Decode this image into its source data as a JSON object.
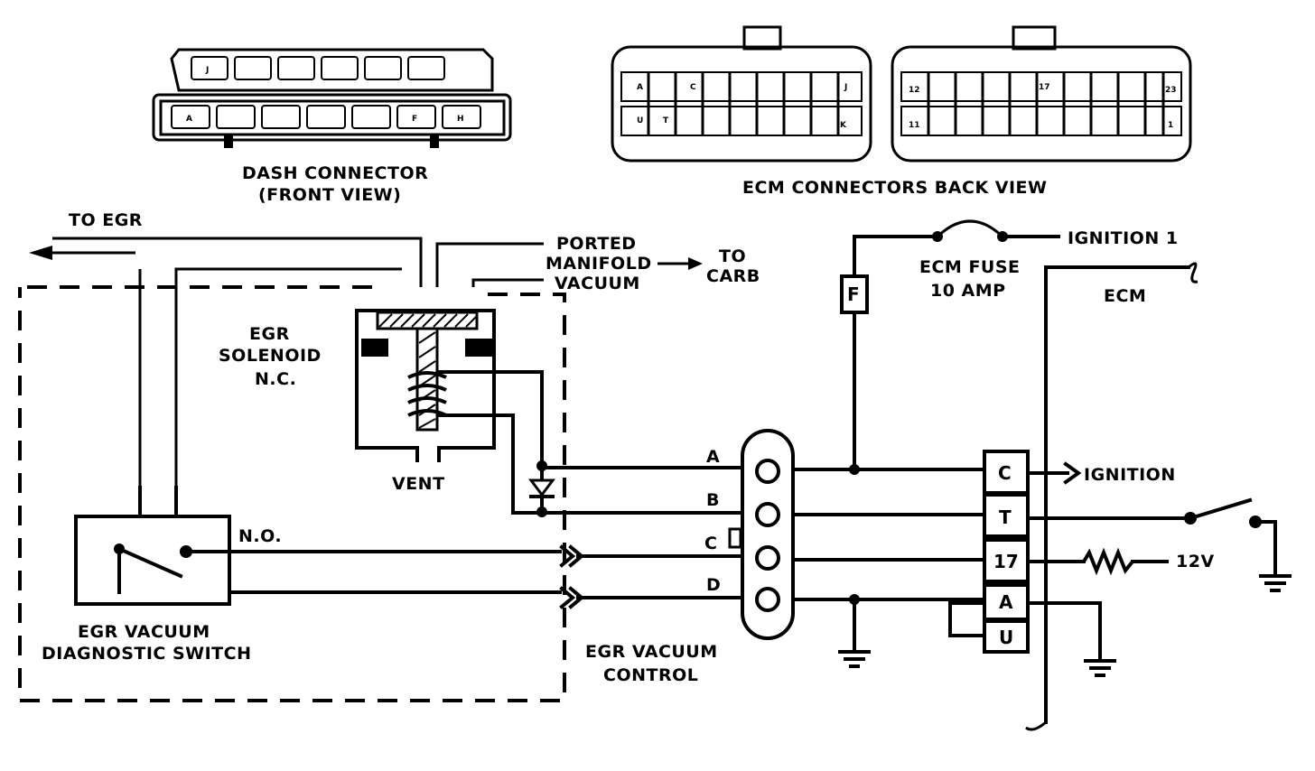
{
  "dash_connector": {
    "title": "DASH CONNECTOR",
    "subtitle": "(FRONT VIEW)",
    "top_pins": [
      "J"
    ],
    "bottom_pins": [
      "A",
      "F",
      "H"
    ]
  },
  "ecm_connectors": {
    "title": "ECM CONNECTORS BACK VIEW",
    "left": {
      "row1": [
        "A",
        "C",
        "J"
      ],
      "row2": [
        "U",
        "T",
        "K"
      ]
    },
    "right": {
      "row1": [
        "12",
        "17",
        "23"
      ],
      "row2": [
        "11",
        "1"
      ]
    }
  },
  "labels": {
    "to_egr": "TO EGR",
    "ported_line1": "PORTED",
    "ported_line2": "MANIFOLD",
    "ported_line3": "VACUUM",
    "to_carb_line1": "TO",
    "to_carb_line2": "CARB",
    "solenoid_line1": "EGR",
    "solenoid_line2": "SOLENOID",
    "solenoid_line3": "N.C.",
    "vent": "VENT",
    "no": "N.O.",
    "switch_line1": "EGR VACUUM",
    "switch_line2": "DIAGNOSTIC SWITCH",
    "control_line1": "EGR VACUUM",
    "control_line2": "CONTROL",
    "fuse_line1": "ECM FUSE",
    "fuse_line2": "10 AMP",
    "ignition1": "IGNITION 1",
    "ecm": "ECM",
    "ignition": "IGNITION",
    "volts": "12V"
  },
  "wires": [
    "A",
    "B",
    "C",
    "D"
  ],
  "fuse_box": "F",
  "ecm_pins": [
    "C",
    "T",
    "17",
    "A",
    "U"
  ]
}
